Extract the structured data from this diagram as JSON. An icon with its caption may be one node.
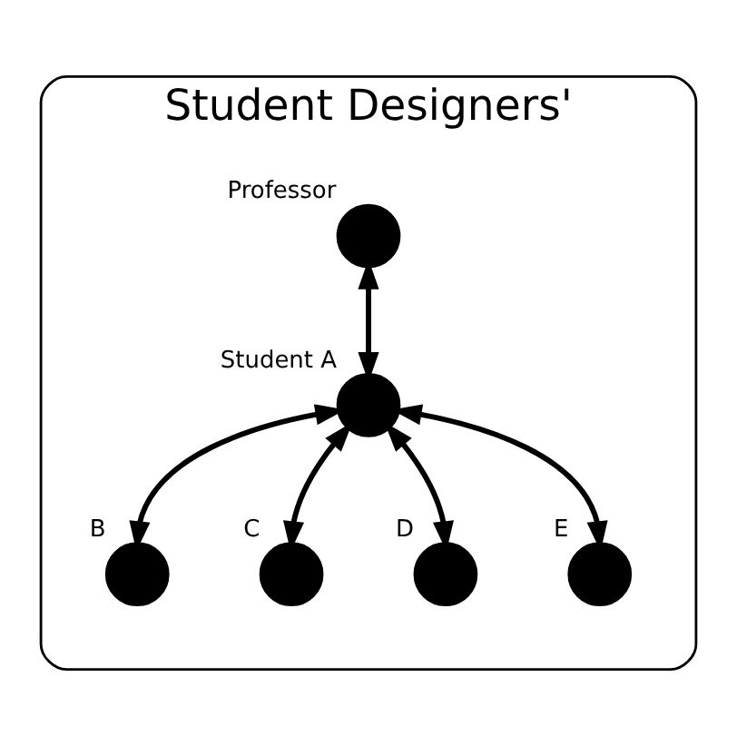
{
  "diagram": {
    "nodes": [
      {
        "text": [
          "Student Designers'"
        ]
      },
      {
        "text": [],
        "shape": "circle",
        "beside": [
          "Professor"
        ],
        "in": 0
      },
      {
        "text": [],
        "shape": "circle",
        "beside": [
          "Student A"
        ],
        "in": 0
      },
      {
        "text": [],
        "shape": "circle",
        "beside": [
          "B"
        ],
        "in": 0
      },
      {
        "text": [],
        "shape": "circle",
        "beside": [
          "C"
        ],
        "in": 0
      },
      {
        "text": [],
        "shape": "circle",
        "beside": [
          "D"
        ],
        "in": 0
      },
      {
        "text": [],
        "shape": "circle",
        "beside": [
          "E"
        ],
        "in": 0
      }
    ],
    "edges": [
      {
        "from": 1,
        "to": 2,
        "arrow": "both"
      },
      {
        "from": 2,
        "to": 3,
        "arrow": "both"
      },
      {
        "from": 2,
        "to": 4,
        "arrow": "both"
      },
      {
        "from": 2,
        "to": 5,
        "arrow": "both"
      },
      {
        "from": 2,
        "to": 6,
        "arrow": "both"
      }
    ]
  }
}
